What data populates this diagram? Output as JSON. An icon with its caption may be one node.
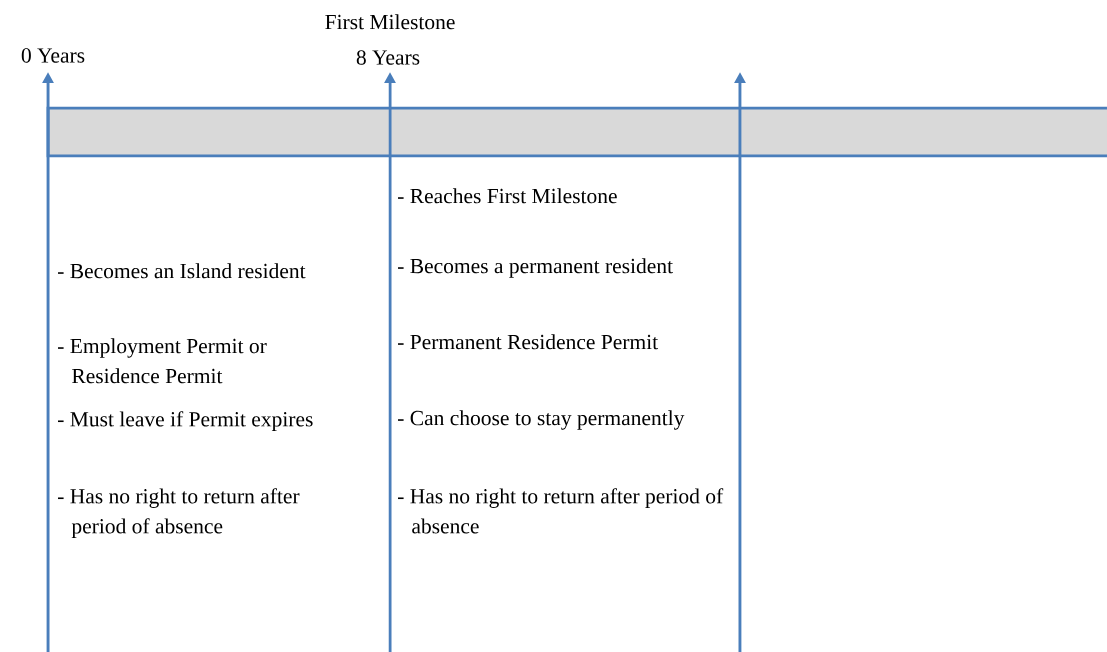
{
  "diagram": {
    "labels": [
      "First Milestone",
      "0 Years",
      "8 Years",
      "- Reaches First Milestone",
      "- Becomes an Island resident",
      "- Becomes a permanent resident",
      "- Employment Permit or Residence Permit",
      "- Permanent Residence Permit",
      "- Must leave if Permit expires",
      "- Can choose to stay permanently",
      "- Has no right to return after period of absence",
      "- Has no right to return after period of absence"
    ]
  }
}
